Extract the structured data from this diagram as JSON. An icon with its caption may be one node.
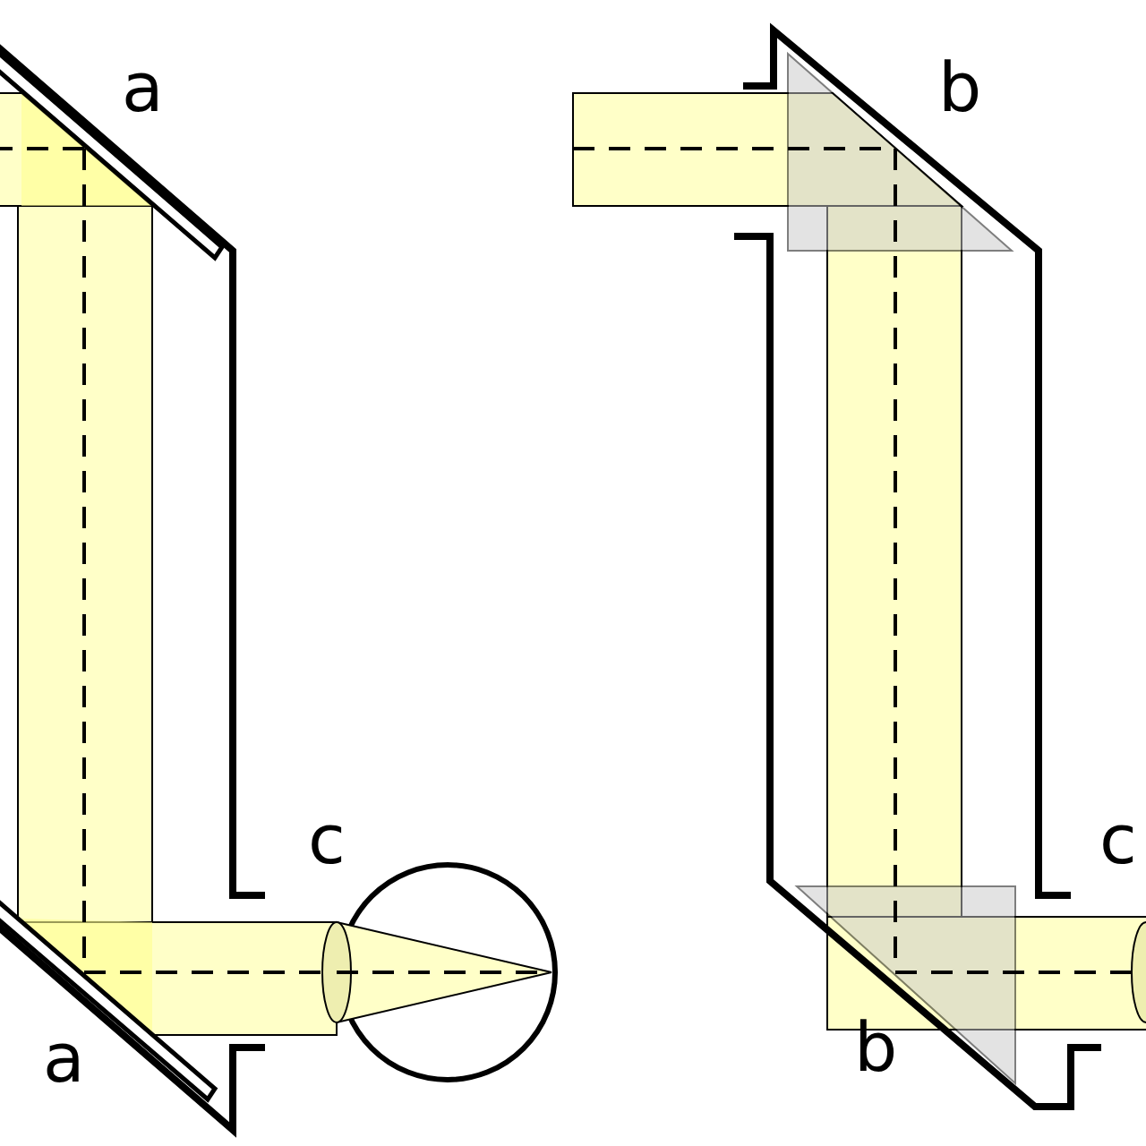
{
  "diagram": {
    "labels": [
      "a",
      "b",
      "c",
      "c",
      "a",
      "b"
    ]
  }
}
